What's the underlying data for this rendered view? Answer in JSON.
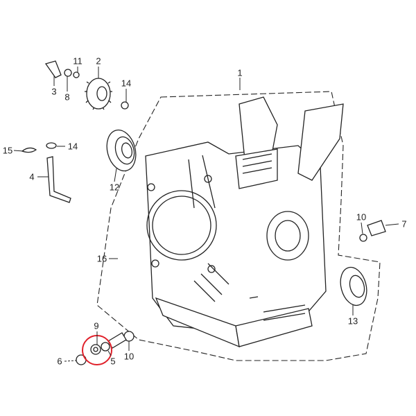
{
  "diagram": {
    "title": "Crankcase exploded parts view",
    "callouts": [
      {
        "id": "1",
        "text": "1"
      },
      {
        "id": "2",
        "text": "2"
      },
      {
        "id": "3",
        "text": "3"
      },
      {
        "id": "4",
        "text": "4"
      },
      {
        "id": "5",
        "text": "5"
      },
      {
        "id": "6",
        "text": "6"
      },
      {
        "id": "7",
        "text": "7"
      },
      {
        "id": "8",
        "text": "8"
      },
      {
        "id": "9",
        "text": "9"
      },
      {
        "id": "10a",
        "text": "10"
      },
      {
        "id": "10b",
        "text": "10"
      },
      {
        "id": "11",
        "text": "11"
      },
      {
        "id": "12",
        "text": "12"
      },
      {
        "id": "13",
        "text": "13"
      },
      {
        "id": "14a",
        "text": "14"
      },
      {
        "id": "14b",
        "text": "14"
      },
      {
        "id": "15",
        "text": "15"
      },
      {
        "id": "16",
        "text": "16"
      }
    ],
    "highlight_color": "#e0202a"
  }
}
